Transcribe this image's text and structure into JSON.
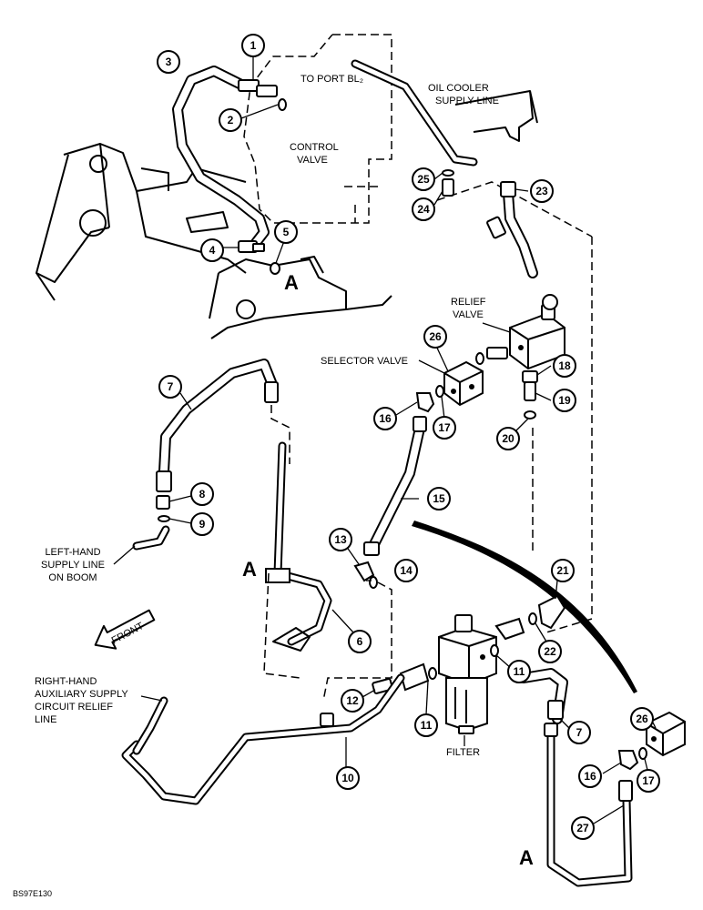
{
  "labels": {
    "to_port": "TO PORT BL₂",
    "oil_cooler_1": "OIL COOLER",
    "oil_cooler_2": "SUPPLY LINE",
    "control_1": "CONTROL",
    "control_2": "VALVE",
    "relief_1": "RELIEF",
    "relief_2": "VALVE",
    "selector": "SELECTOR VALVE",
    "lh_1": "LEFT-HAND",
    "lh_2": "SUPPLY LINE",
    "lh_3": "ON BOOM",
    "front": "FRONT",
    "rh_1": "RIGHT-HAND",
    "rh_2": "AUXILIARY SUPPLY",
    "rh_3": "CIRCUIT RELIEF",
    "rh_4": "LINE",
    "filter": "FILTER",
    "ref_a": "A",
    "code": "BS97E130"
  },
  "callouts": {
    "c1": "1",
    "c2": "2",
    "c3": "3",
    "c4": "4",
    "c5": "5",
    "c6": "6",
    "c7": "7",
    "c7b": "7",
    "c8": "8",
    "c9": "9",
    "c10": "10",
    "c11": "11",
    "c11b": "11",
    "c12": "12",
    "c13": "13",
    "c14": "14",
    "c15": "15",
    "c16": "16",
    "c16b": "16",
    "c17": "17",
    "c17b": "17",
    "c18": "18",
    "c19": "19",
    "c20": "20",
    "c21": "21",
    "c22": "22",
    "c23": "23",
    "c24": "24",
    "c25": "25",
    "c26": "26",
    "c26b": "26",
    "c27": "27"
  }
}
